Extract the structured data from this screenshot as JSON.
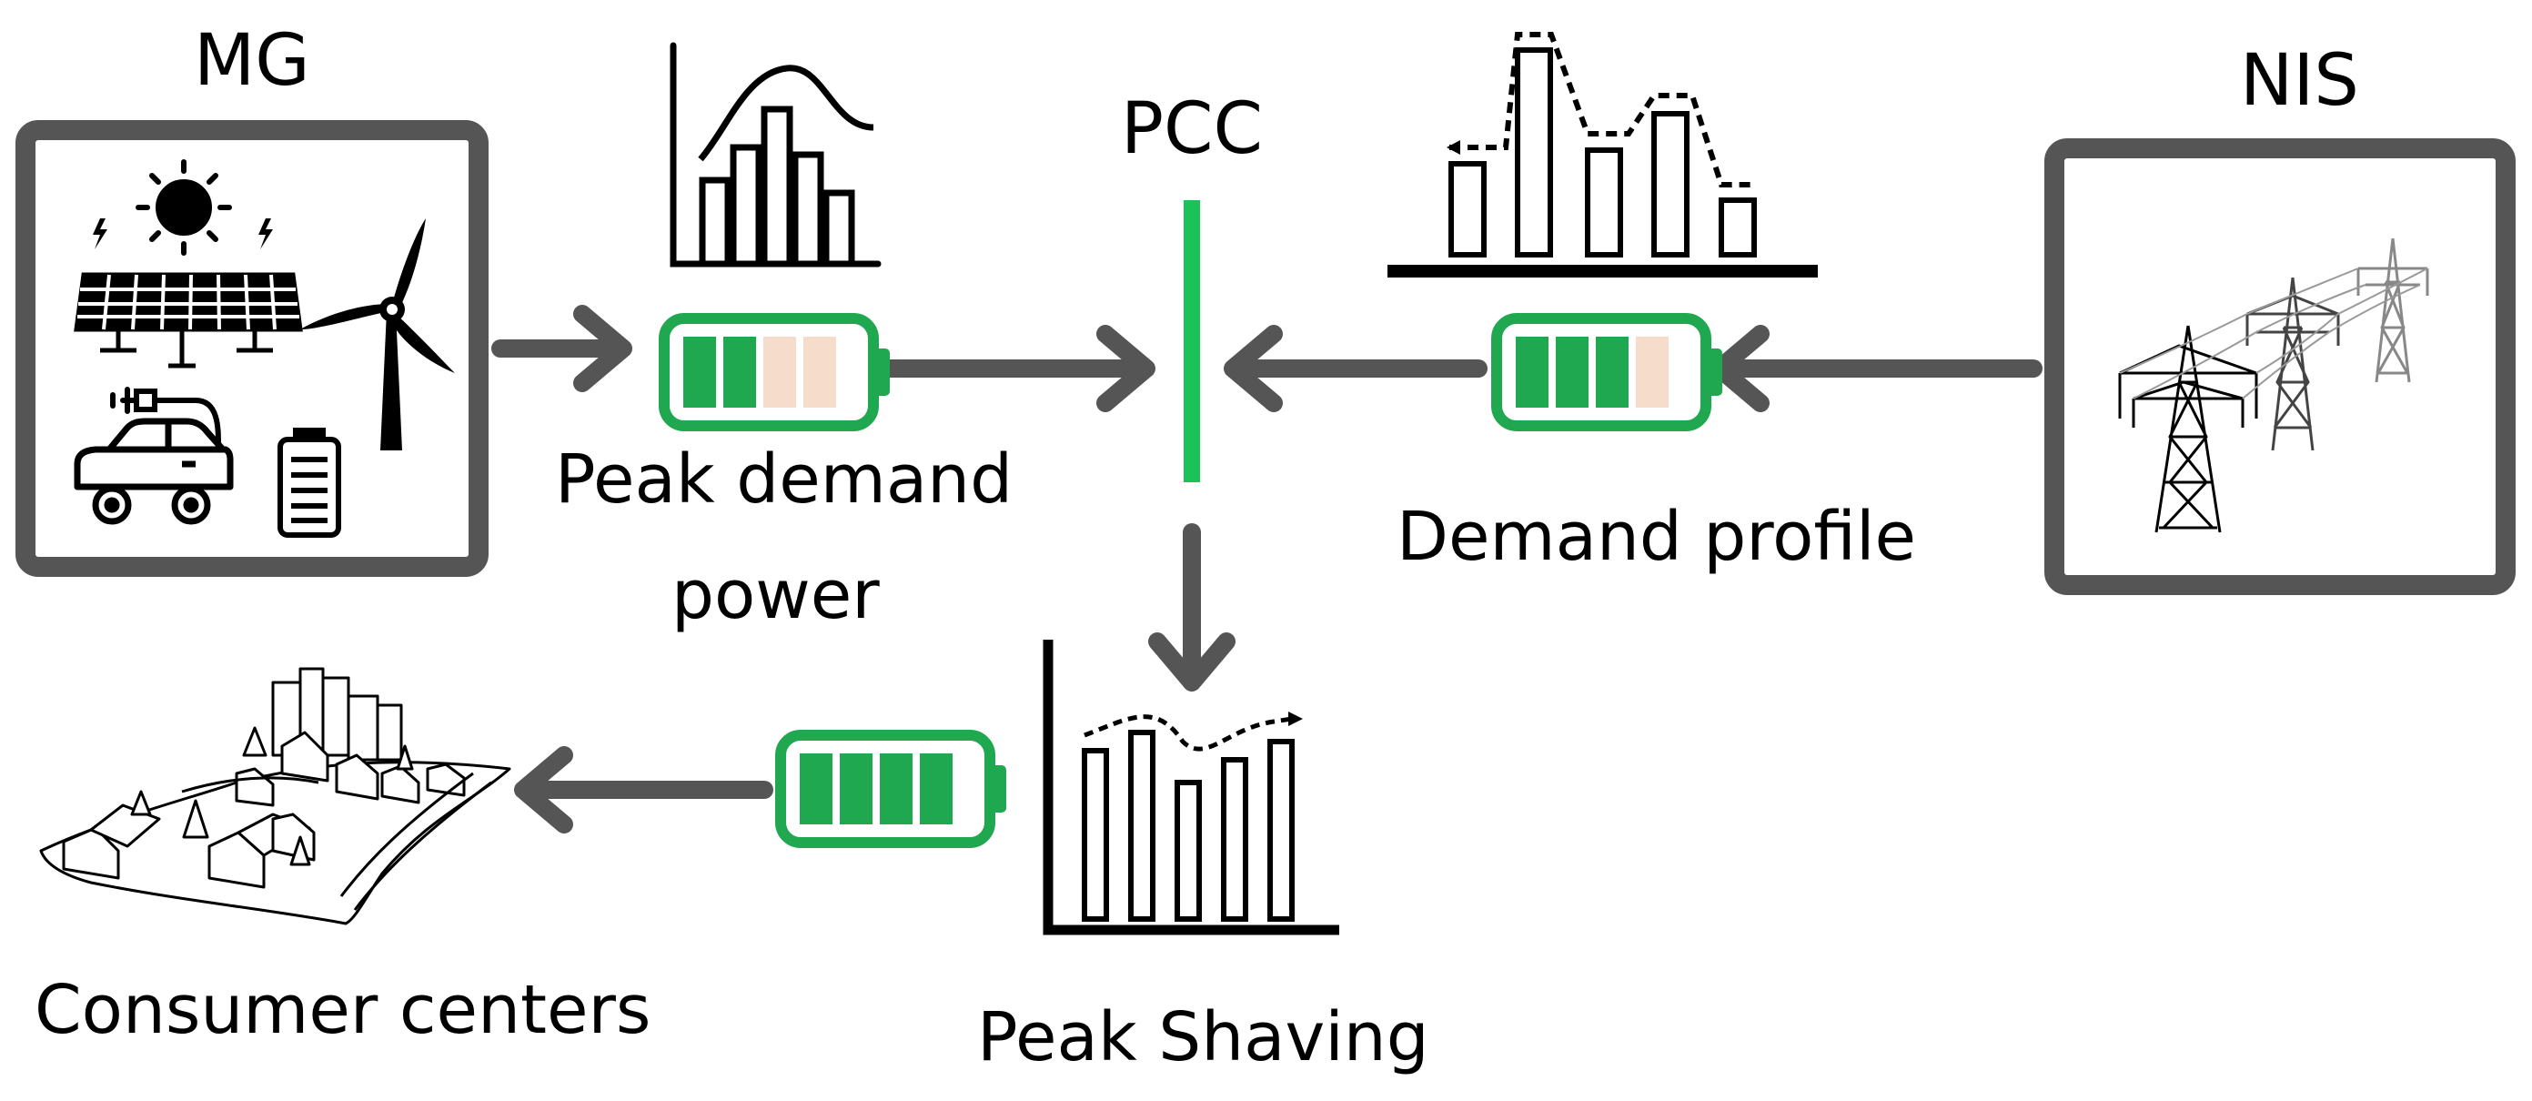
{
  "labels": {
    "mg": "MG",
    "nis": "NIS",
    "pcc": "PCC",
    "peak_demand_line1": "Peak demand",
    "peak_demand_line2": "power",
    "demand_profile": "Demand profile",
    "peak_shaving": "Peak Shaving",
    "consumer_centers": "Consumer centers"
  },
  "batteries": {
    "mg_to_pcc": {
      "filled_cells": 2,
      "total_cells": 4
    },
    "nis_to_pcc": {
      "filled_cells": 3,
      "total_cells": 4
    },
    "to_consumers": {
      "filled_cells": 4,
      "total_cells": 4
    }
  },
  "colors": {
    "outline": "#555555",
    "arrow": "#555555",
    "battery_green": "#1fa84f",
    "battery_empty": "#f6dccb",
    "pcc_line": "#19c35a",
    "ink": "#000000"
  },
  "icons": {
    "mg_contents": [
      "sun-icon",
      "solar-panel-icon",
      "wind-turbine-icon",
      "electric-car-icon",
      "battery-icon",
      "plug-icon"
    ],
    "nis_contents": [
      "transmission-tower-icon"
    ],
    "consumer_contents": [
      "town-icon"
    ]
  }
}
